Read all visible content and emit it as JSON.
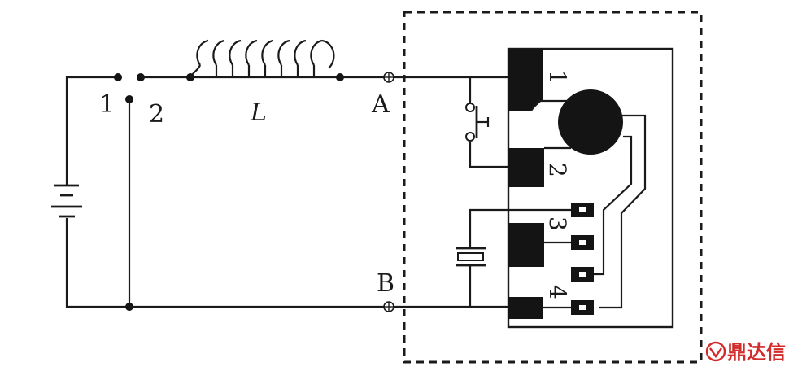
{
  "labels": {
    "switch_pos_1": "1",
    "switch_pos_2": "2",
    "inductor": "L",
    "terminal_a": "A",
    "terminal_b": "B",
    "pin_1": "1",
    "pin_2": "2",
    "pin_3": "3",
    "pin_4": "4"
  },
  "watermark": {
    "text": "鼎达信",
    "color": "#d22b2b"
  },
  "colors": {
    "ink": "#1a1a1a",
    "background": "#ffffff"
  }
}
